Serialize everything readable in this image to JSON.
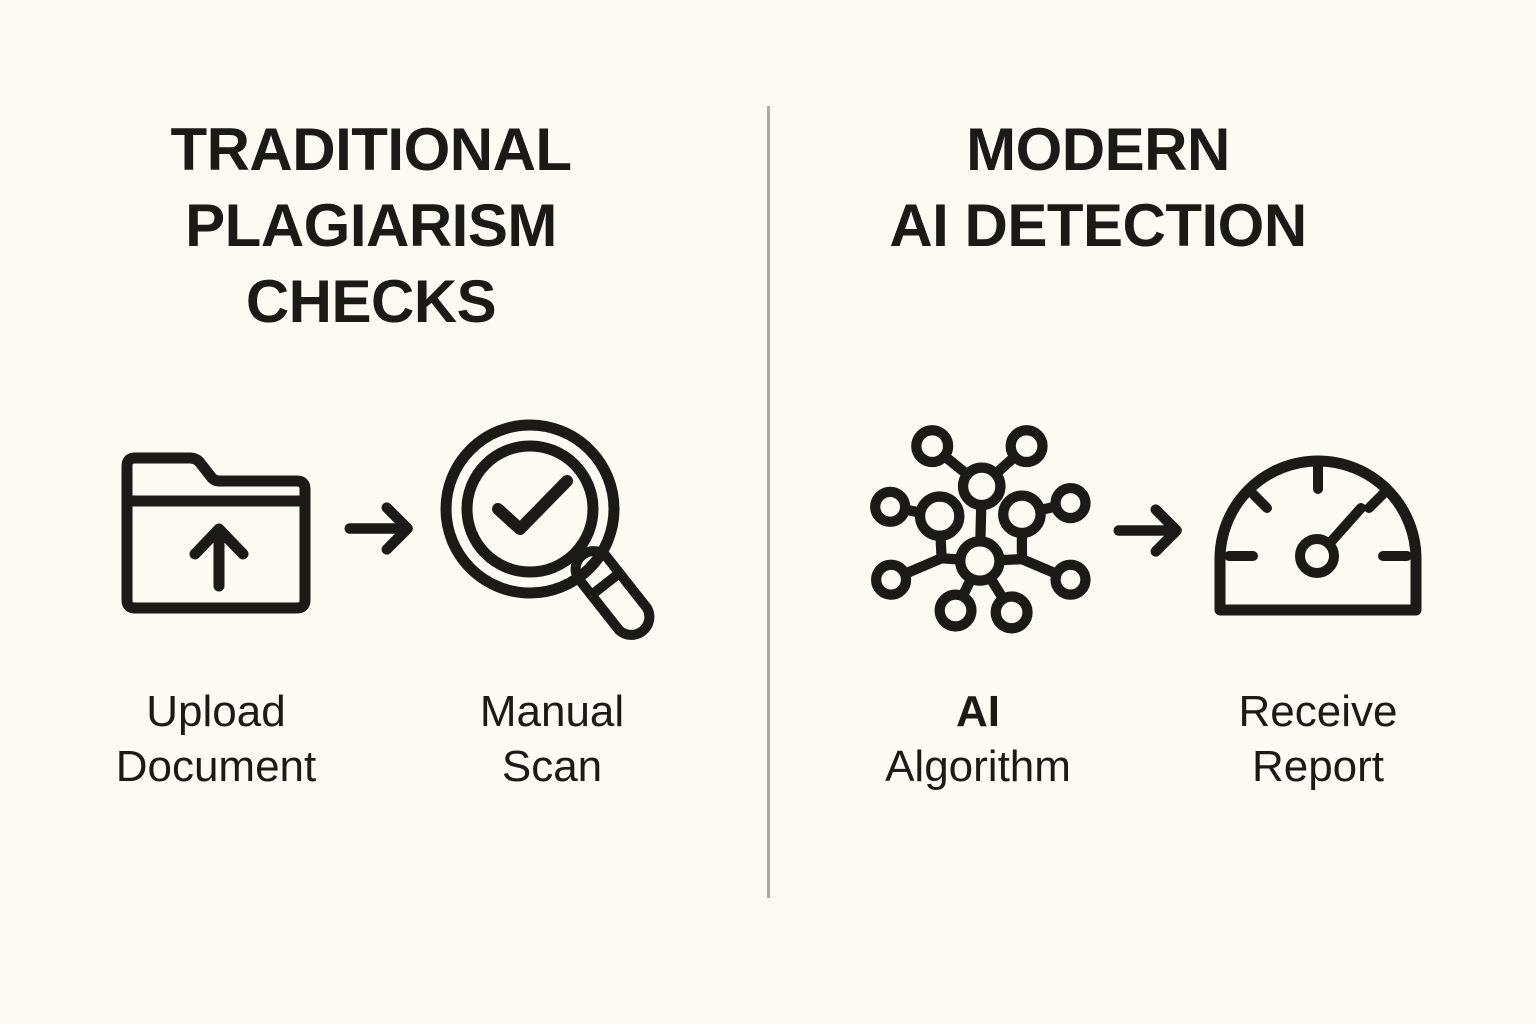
{
  "palette": {
    "background": "#FCFAF3",
    "ink": "#1B1A17",
    "divider": "#ABABAB"
  },
  "left_section": {
    "title_lines": [
      "TRADITIONAL",
      "PLAGIARISM",
      "CHECKS"
    ],
    "steps": [
      {
        "icon": "folder-upload-icon",
        "label_lines": [
          "Upload",
          "Document"
        ]
      },
      {
        "icon": "magnifier-check-icon",
        "label_lines": [
          "Manual",
          "Scan"
        ]
      }
    ],
    "arrow_icon": "right-arrow-icon"
  },
  "right_section": {
    "title_lines": [
      "MODERN",
      "AI DETECTION"
    ],
    "steps": [
      {
        "icon": "neural-network-icon",
        "label_lines": [
          "AI",
          "Algorithm"
        ]
      },
      {
        "icon": "speedometer-icon",
        "label_lines": [
          "Receive",
          "Report"
        ]
      }
    ],
    "arrow_icon": "right-arrow-icon"
  }
}
